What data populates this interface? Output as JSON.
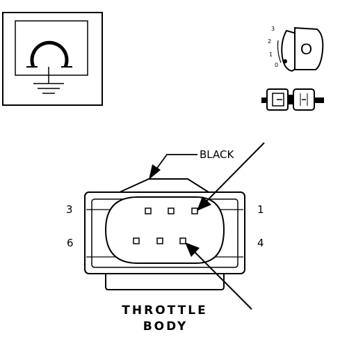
{
  "connector": {
    "color_callout": "BLACK",
    "name_line1": "THROTTLE",
    "name_line2": "BODY",
    "pins": [
      "1",
      "3",
      "4",
      "6"
    ]
  },
  "key_view": {
    "positions": [
      "3",
      "2",
      "1",
      "0"
    ],
    "letter": "O"
  },
  "colors": {
    "ink": "#000000",
    "background": "#ffffff"
  }
}
